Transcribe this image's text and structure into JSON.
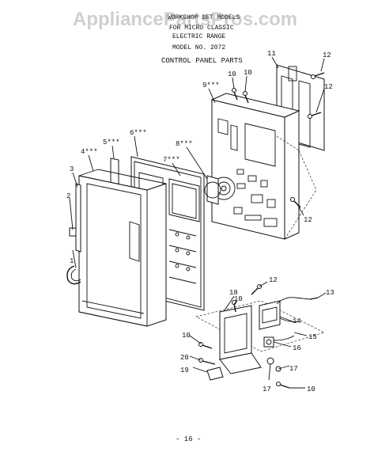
{
  "watermark": "AppliancePartsPros.com",
  "header": {
    "line1": "WORKSHOP SET MODELS",
    "line2": "FOR MICRO CLASSIC",
    "line3": "ELECTRIC RANGE",
    "model": "MODEL NO. 2072",
    "section_title": "CONTROL PANEL PARTS"
  },
  "callouts": {
    "c1": "1",
    "c2": "2",
    "c3": "3",
    "c4": "4***",
    "c5": "5***",
    "c6": "6***",
    "c7": "7***",
    "c8": "8***",
    "c9": "9***",
    "c10a": "10",
    "c10b": "10",
    "c11": "11",
    "c12a": "12",
    "c12b": "12",
    "c12c": "12",
    "c12d": "12",
    "c13": "13",
    "c14": "14",
    "c15": "15",
    "c16": "16",
    "c17a": "17",
    "c17b": "17",
    "c18": "18",
    "c19": "19",
    "c10c": "10",
    "c10d": "10",
    "c10e": "10",
    "c20": "20"
  },
  "page_number": "- 16 -"
}
